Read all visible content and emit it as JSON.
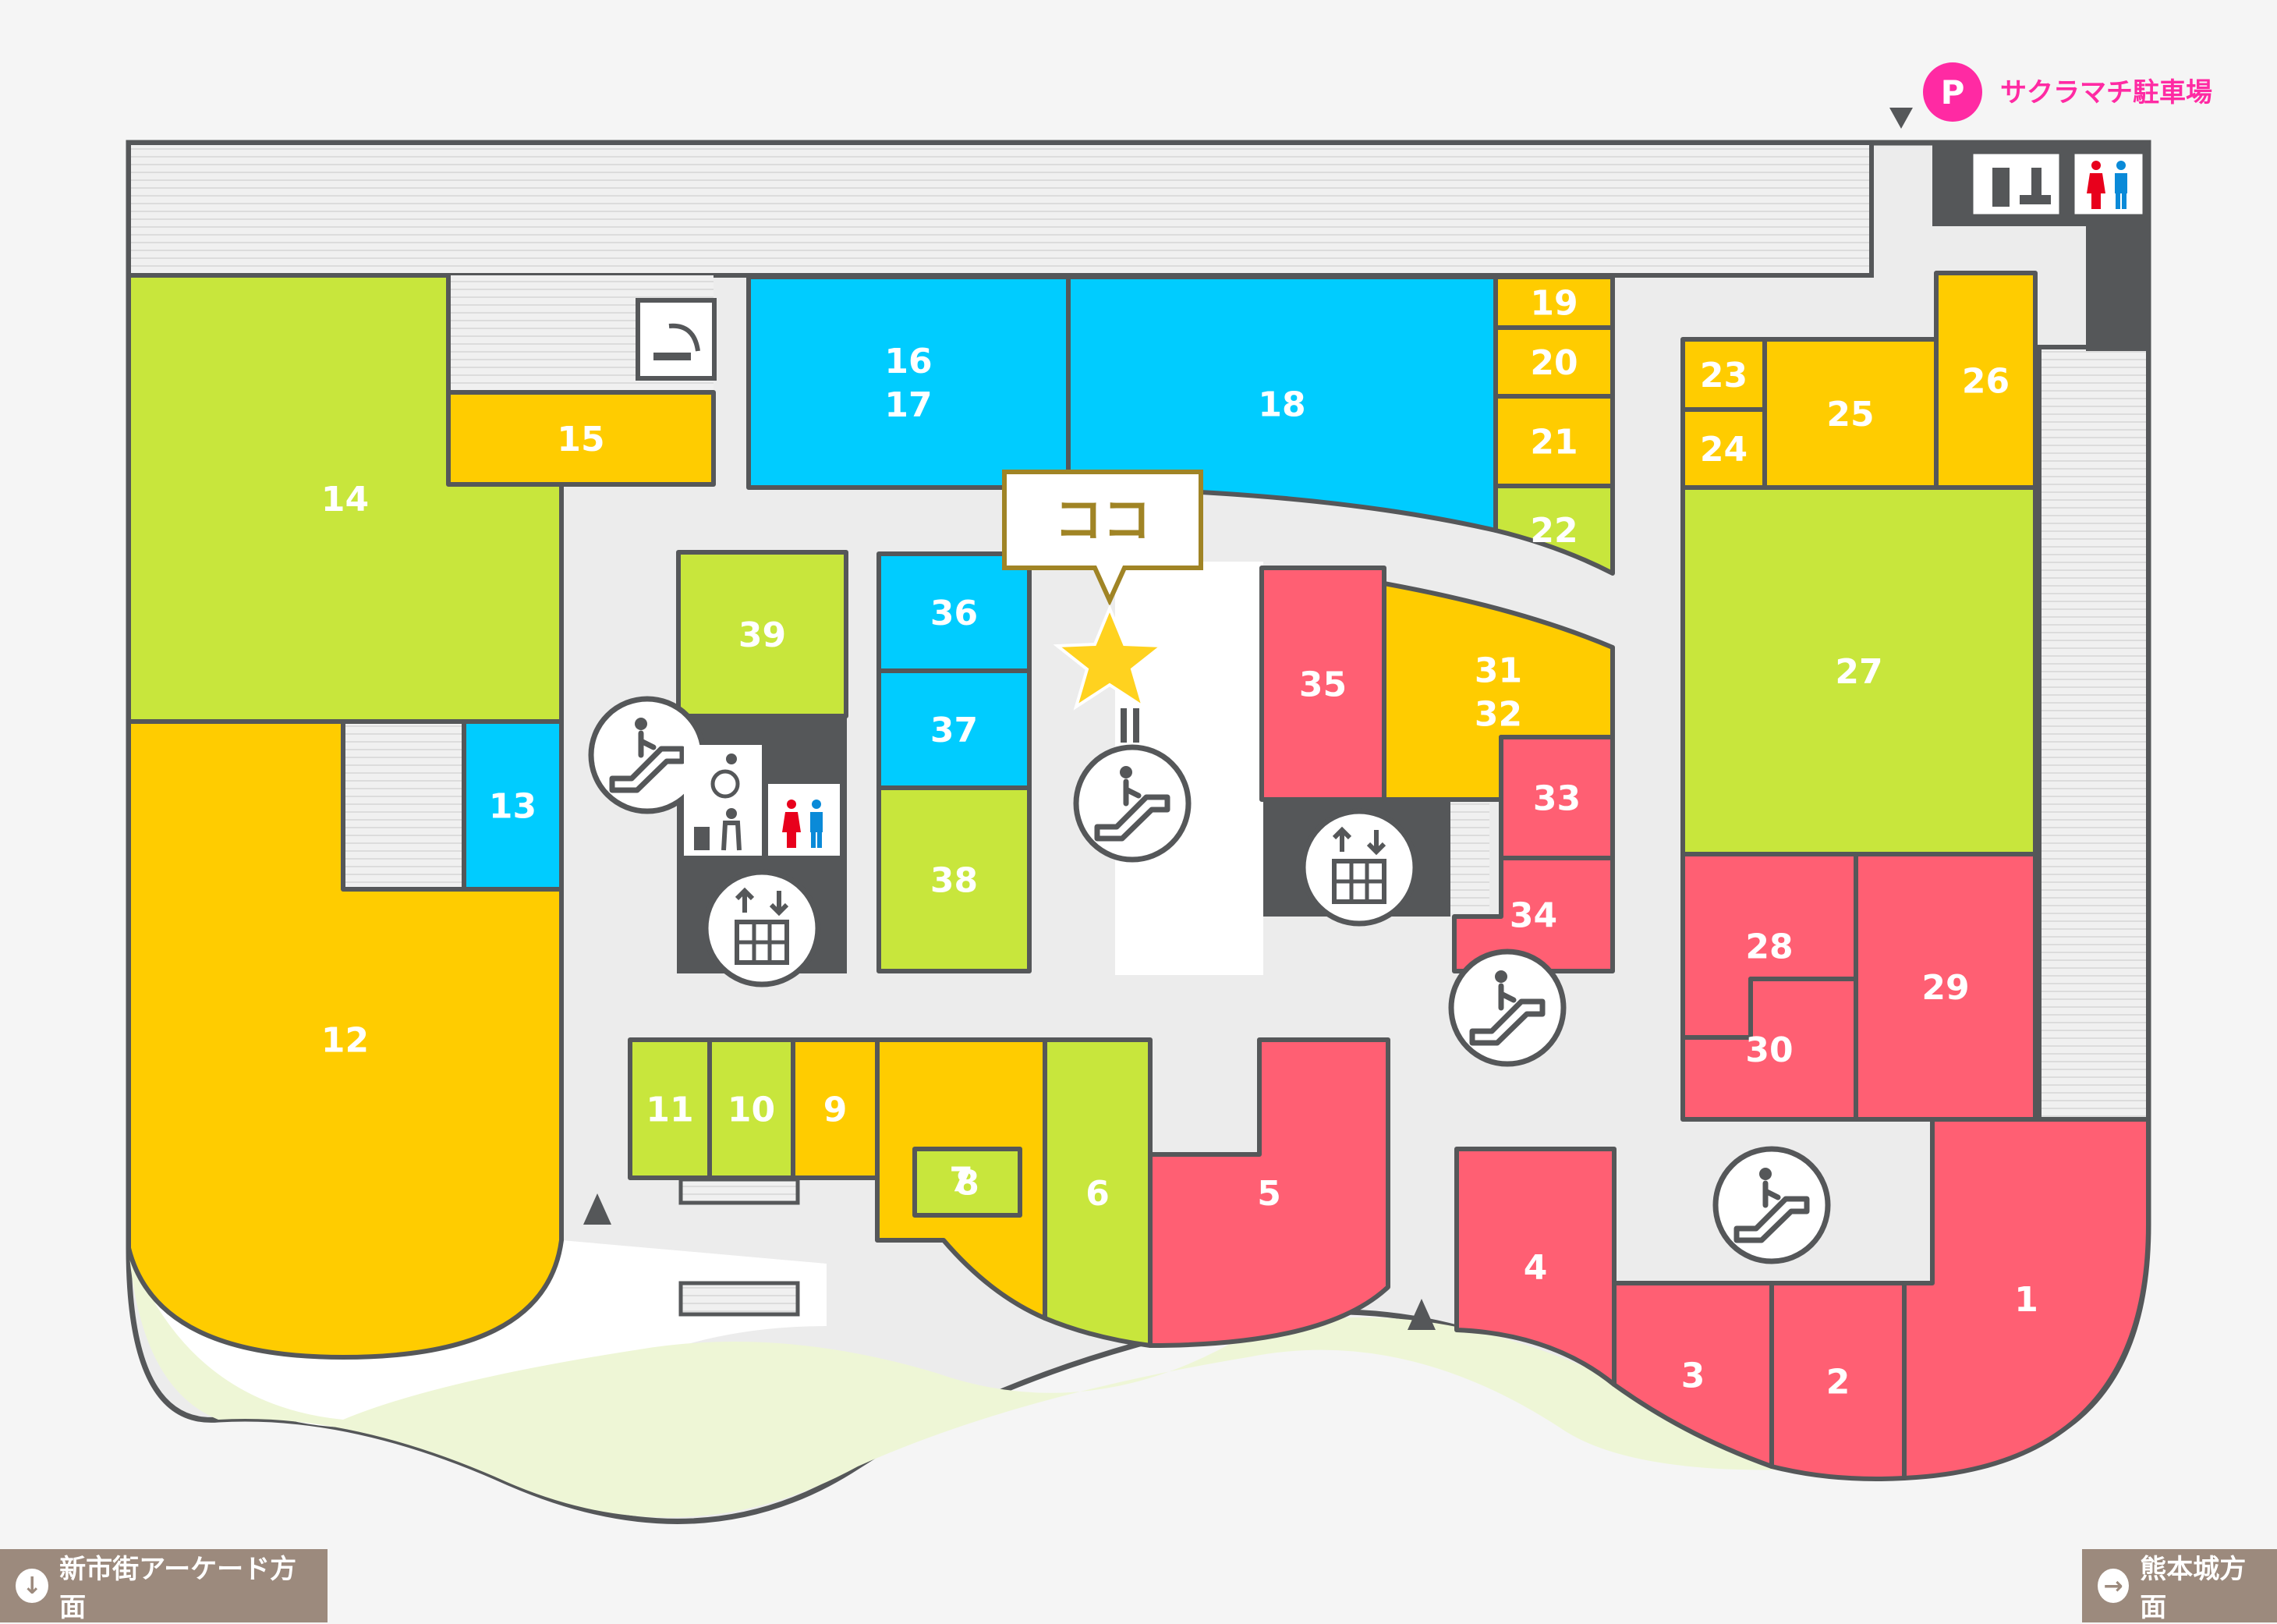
{
  "colors": {
    "green": "#c8e63c",
    "yellow": "#ffcc00",
    "blue": "#00ccff",
    "red": "#ff5f73",
    "dark": "#555759",
    "corridor": "#ececec",
    "outline": "#555759",
    "parking": "#ff2aa3",
    "marker_gold": "#a08425",
    "star": "#ffd21f",
    "park_green": "#eef6d6"
  },
  "rooms": [
    {
      "id": "1",
      "color": "red"
    },
    {
      "id": "2",
      "color": "red"
    },
    {
      "id": "3",
      "color": "red"
    },
    {
      "id": "4",
      "color": "red"
    },
    {
      "id": "5",
      "color": "red"
    },
    {
      "id": "6",
      "color": "green"
    },
    {
      "id": "7",
      "color": "yellow"
    },
    {
      "id": "8",
      "color": "green"
    },
    {
      "id": "9",
      "color": "yellow"
    },
    {
      "id": "10",
      "color": "green"
    },
    {
      "id": "11",
      "color": "green"
    },
    {
      "id": "12",
      "color": "yellow"
    },
    {
      "id": "13",
      "color": "blue"
    },
    {
      "id": "14",
      "color": "green"
    },
    {
      "id": "15",
      "color": "yellow"
    },
    {
      "id": "16/17",
      "labels": [
        "16",
        "17"
      ],
      "color": "blue"
    },
    {
      "id": "18",
      "color": "blue"
    },
    {
      "id": "19",
      "color": "yellow"
    },
    {
      "id": "20",
      "color": "yellow"
    },
    {
      "id": "21",
      "color": "yellow"
    },
    {
      "id": "22",
      "color": "green"
    },
    {
      "id": "23",
      "color": "yellow"
    },
    {
      "id": "24",
      "color": "yellow"
    },
    {
      "id": "25",
      "color": "yellow"
    },
    {
      "id": "26",
      "color": "yellow"
    },
    {
      "id": "27",
      "color": "green"
    },
    {
      "id": "28",
      "color": "red"
    },
    {
      "id": "29",
      "color": "red"
    },
    {
      "id": "30",
      "color": "red"
    },
    {
      "id": "31/32",
      "labels": [
        "31",
        "32"
      ],
      "color": "yellow"
    },
    {
      "id": "33",
      "color": "red"
    },
    {
      "id": "34",
      "color": "red"
    },
    {
      "id": "35",
      "color": "red"
    },
    {
      "id": "36",
      "color": "blue"
    },
    {
      "id": "37",
      "color": "blue"
    },
    {
      "id": "38",
      "color": "green"
    },
    {
      "id": "39",
      "color": "green"
    }
  ],
  "current_location": {
    "label": "ココ"
  },
  "parking": {
    "badge": "P",
    "label": "サクラマチ駐車場"
  },
  "directions": {
    "left_label": "新市街アーケード方面",
    "right_label": "熊本城方面"
  },
  "icons": [
    "escalator-icon",
    "elevator-icon",
    "restroom-icon",
    "smoking-area-icon",
    "baby-care-icon",
    "accessible-restroom-icon",
    "entrance-arrow-icon",
    "stairs-icon"
  ]
}
